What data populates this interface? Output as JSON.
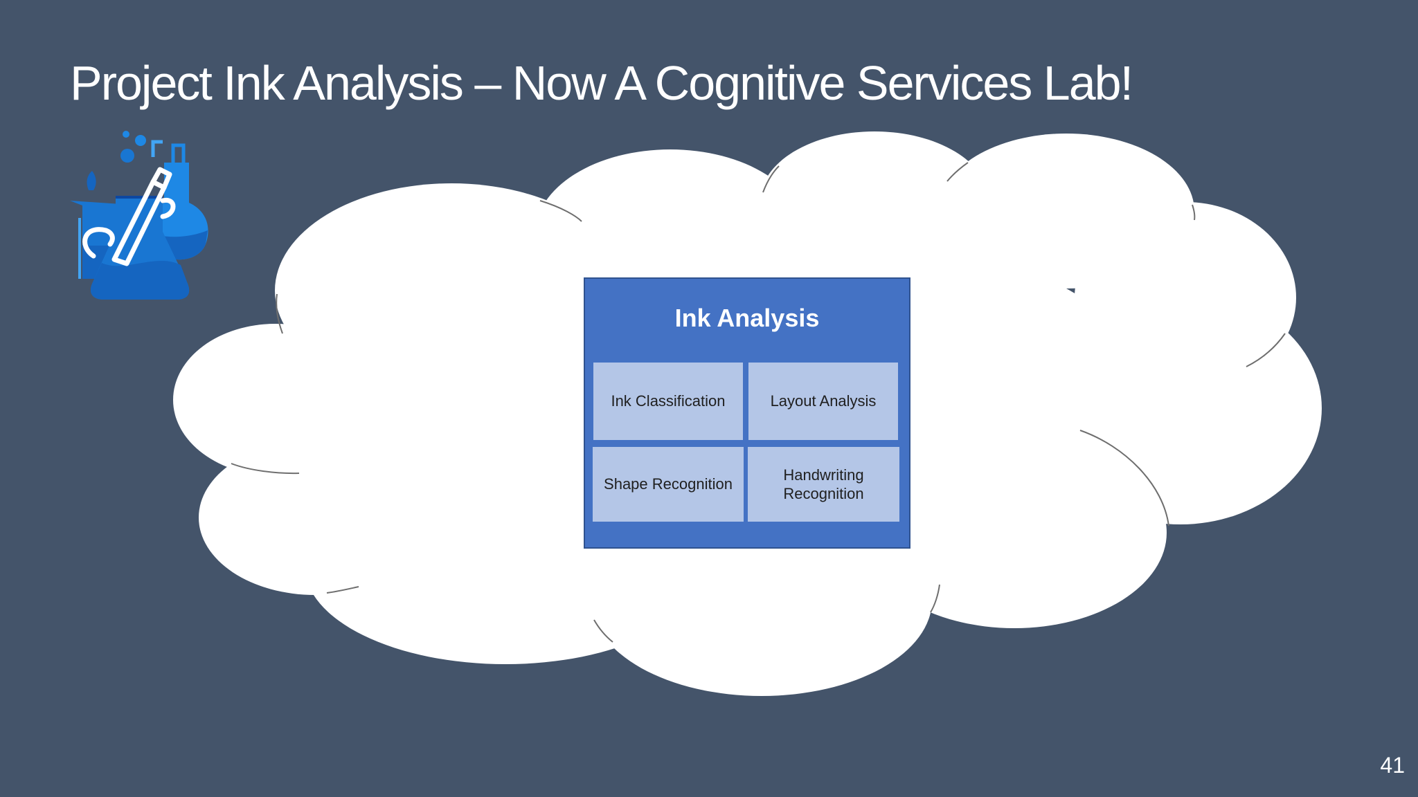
{
  "slide": {
    "title": "Project Ink Analysis – Now A Cognitive Services Lab!",
    "page_number": "41"
  },
  "icon": {
    "name": "lab-flask-pen-icon"
  },
  "diagram": {
    "container_title": "Ink Analysis",
    "components": [
      "Ink Classification",
      "Layout Analysis",
      "Shape Recognition",
      "Handwriting Recognition"
    ]
  },
  "colors": {
    "background": "#44546A",
    "box": "#4472C4",
    "cell": "#B4C6E7",
    "cloud": "#FFFFFF"
  }
}
